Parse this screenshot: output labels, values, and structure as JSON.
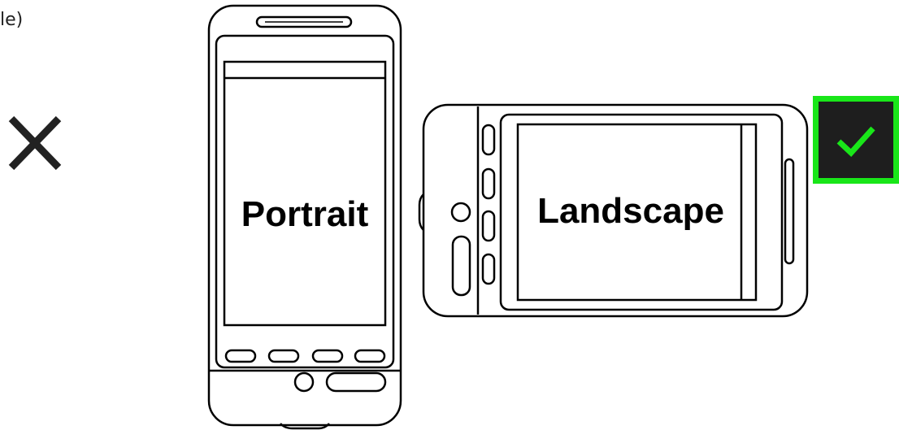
{
  "caption_fragment": "le)",
  "portrait_phone": {
    "label": "Portrait"
  },
  "landscape_phone": {
    "label": "Landscape"
  },
  "status": {
    "portrait": "cross-icon",
    "landscape": "check-icon"
  },
  "colors": {
    "line": "#000000",
    "cross": "#222222",
    "badge_border": "#19e619",
    "badge_background": "#1e1e1e",
    "check": "#19e619"
  }
}
